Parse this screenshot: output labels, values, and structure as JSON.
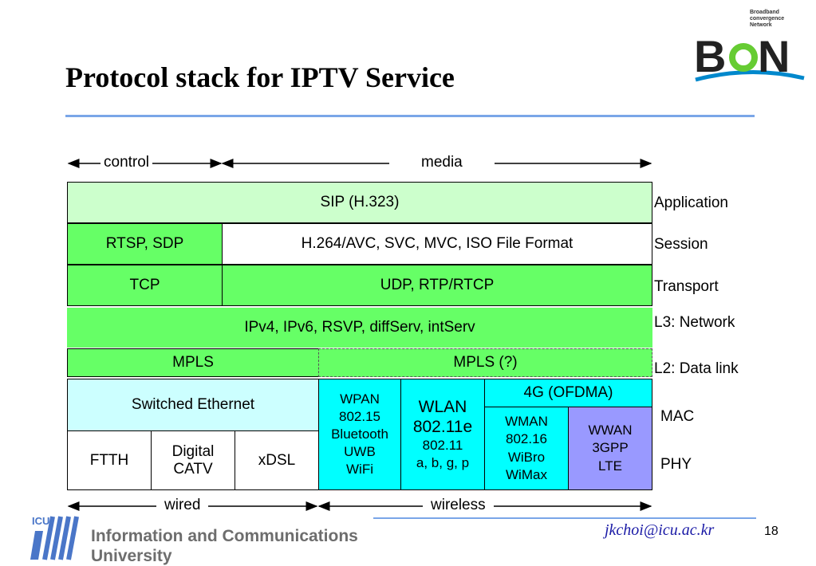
{
  "header": {
    "title": "Protocol stack for IPTV Service",
    "logo_small_lines": [
      "Broadband",
      "convergence",
      "Network"
    ]
  },
  "spans": {
    "control": "control",
    "media": "media",
    "wired": "wired",
    "wireless": "wireless"
  },
  "cells": {
    "sip": "SIP (H.323)",
    "rtsp_sdp": "RTSP, SDP",
    "h264": "H.264/AVC, SVC, MVC, ISO File Format",
    "tcp": "TCP",
    "udp_rtp": "UDP, RTP/RTCP",
    "ip": "IPv4, IPv6, RSVP, diffServ, intServ",
    "mpls": "MPLS",
    "mpls_q": "MPLS (?)",
    "switched_ethernet": "Switched Ethernet",
    "ftth": "FTTH",
    "digital_catv": [
      "Digital",
      "CATV"
    ],
    "xdsl": "xDSL",
    "wpan": [
      "WPAN",
      "802.15",
      "Bluetooth",
      "UWB",
      "WiFi"
    ],
    "wlan": [
      "WLAN",
      "802.11e"
    ],
    "wlan_sub": [
      "802.11",
      "a, b, g, p"
    ],
    "g4": "4G (OFDMA)",
    "wman": [
      "WMAN",
      "802.16",
      "WiBro",
      "WiMax"
    ],
    "wwan": [
      "WWAN",
      "3GPP",
      "LTE"
    ]
  },
  "layers": {
    "application": "Application",
    "session": "Session",
    "transport": "Transport",
    "network": "L3: Network",
    "datalink": "L2: Data link",
    "mac": "MAC",
    "phy": "PHY"
  },
  "footer": {
    "email": "jkchoi@icu.ac.kr",
    "page": "18",
    "org_lines": [
      "Information and Communications",
      "University"
    ],
    "org_abbrev": "ICU"
  },
  "colors": {
    "light_green": "#ccffcc",
    "green": "#66ff66",
    "light_cyan": "#ccffff",
    "aqua": "#00ffff",
    "lavender": "#9999ff",
    "rule_blue": "#7aa6e8"
  }
}
